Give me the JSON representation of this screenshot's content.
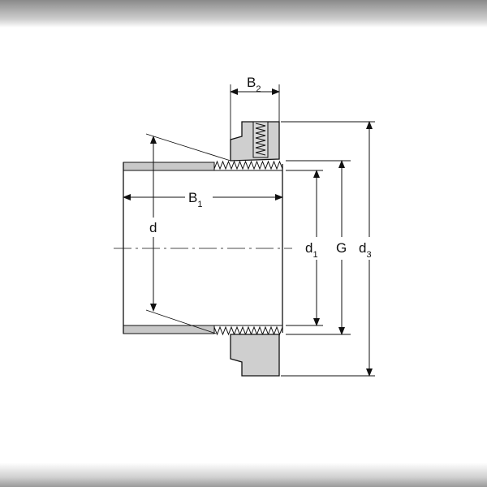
{
  "diagram": {
    "labels": {
      "b2": {
        "main": "B",
        "sub": "2"
      },
      "b1": {
        "main": "B",
        "sub": "1"
      },
      "d": {
        "main": "d"
      },
      "d1": {
        "main": "d",
        "sub": "1"
      },
      "g": {
        "main": "G"
      },
      "d3": {
        "main": "d",
        "sub": "3"
      }
    },
    "colors": {
      "line": "#111111",
      "nut_fill": "#cfcfcf",
      "sleeve_band": "#c8c8c8",
      "background": "#ffffff"
    }
  }
}
